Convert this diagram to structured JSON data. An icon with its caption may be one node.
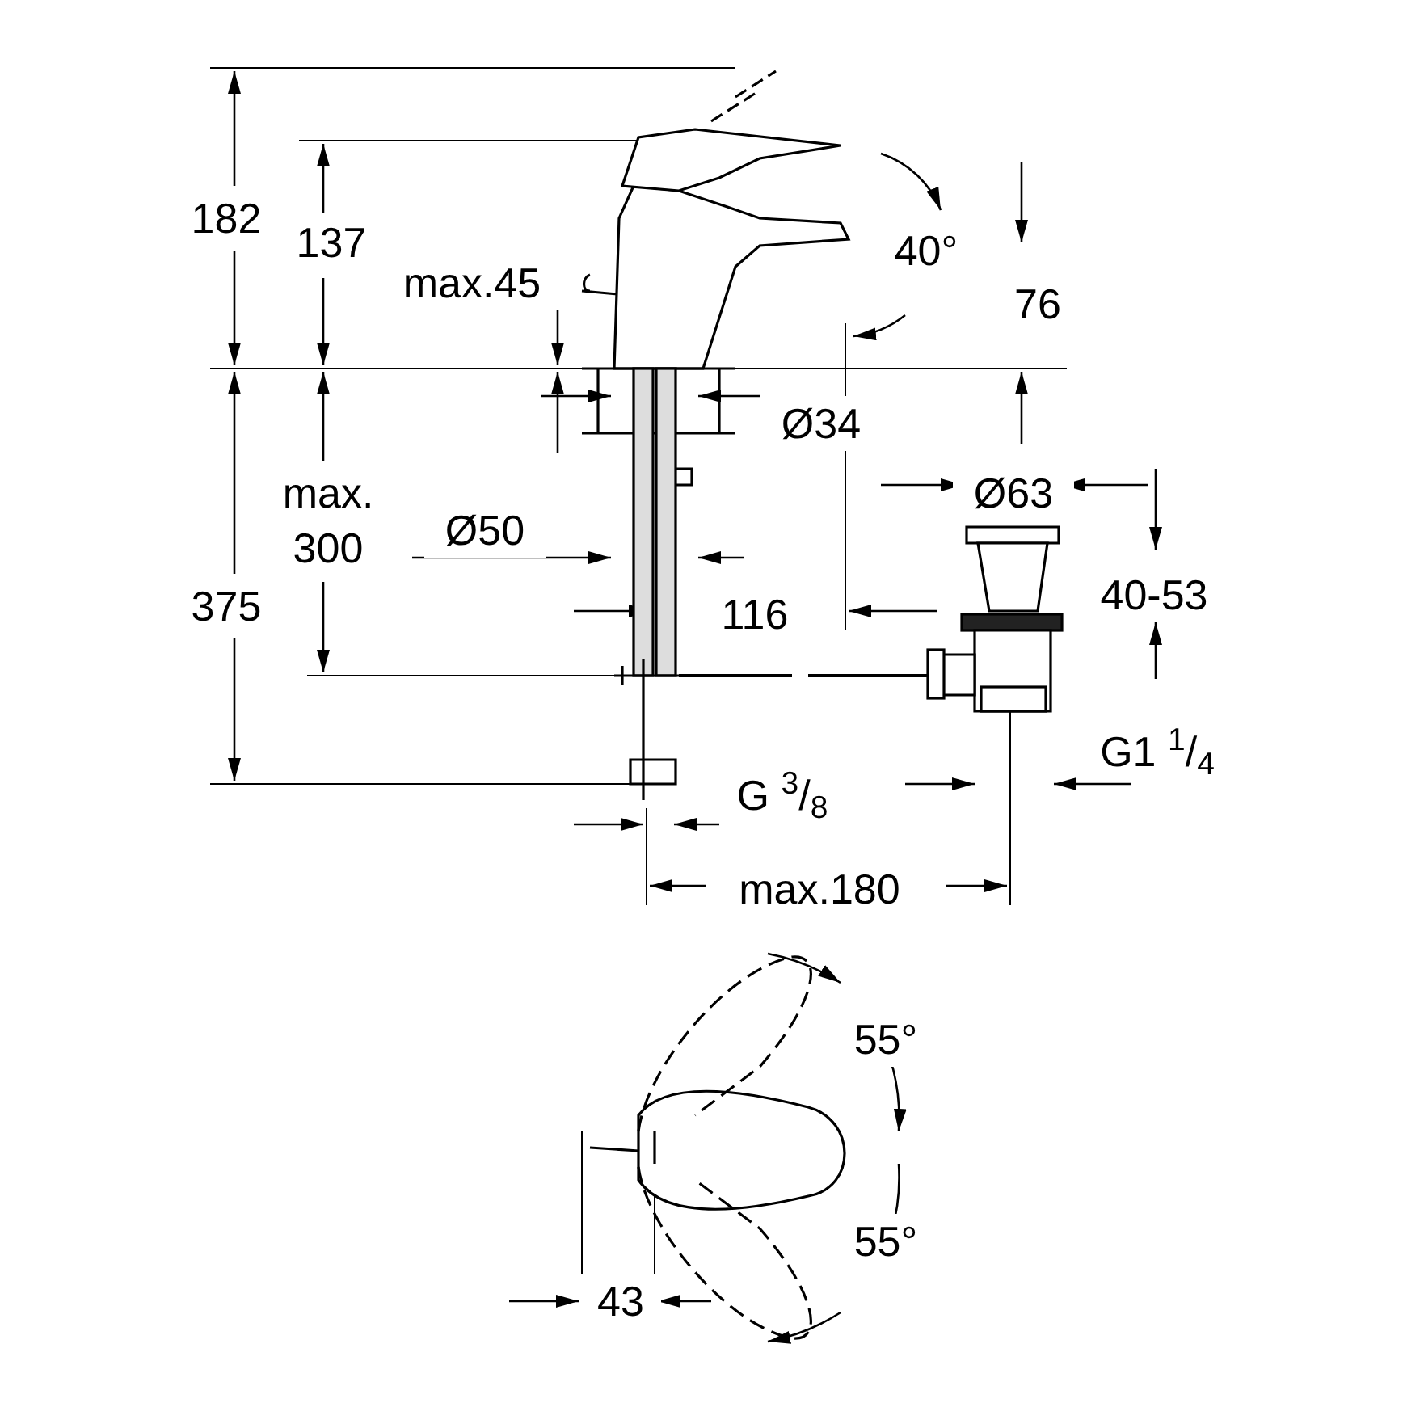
{
  "diagram": {
    "labels": [
      "182",
      "137",
      "max.45",
      "40°",
      "76",
      "Ø34",
      "max. 300",
      "Ø50",
      "Ø63",
      "40-53",
      "116",
      "375",
      "G1 $^{1}$/$_{4}$",
      "G $^{3}$/$_{8}$",
      "max.180",
      "55°",
      "55°",
      "43"
    ]
  }
}
